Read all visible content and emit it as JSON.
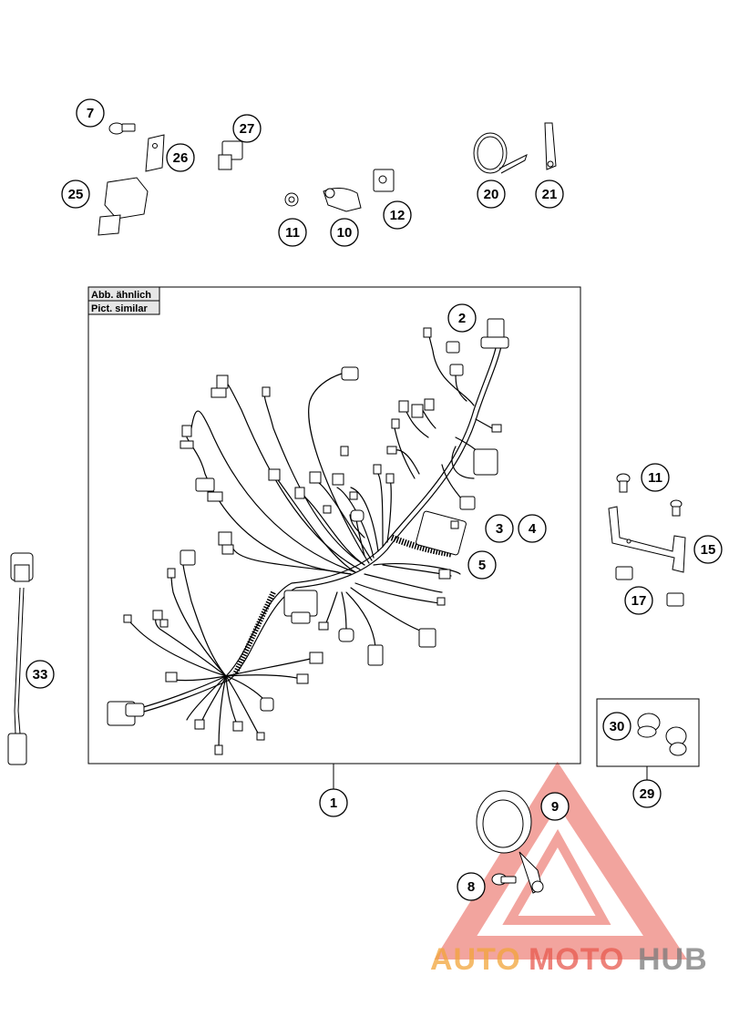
{
  "diagram": {
    "inset_label_de": "Abb. ähnlich",
    "inset_label_en": "Pict. similar",
    "callouts": {
      "c1": "1",
      "c2": "2",
      "c3": "3",
      "c4": "4",
      "c5": "5",
      "c7": "7",
      "c8": "8",
      "c9": "9",
      "c10": "10",
      "c11a": "11",
      "c11b": "11",
      "c12": "12",
      "c15": "15",
      "c17": "17",
      "c20": "20",
      "c21": "21",
      "c25": "25",
      "c26": "26",
      "c27": "27",
      "c29": "29",
      "c30": "30",
      "c33": "33"
    }
  },
  "watermark": {
    "brand_part1": "AUTO",
    "brand_part2": "MOTO",
    "brand_part3": "HUB",
    "colors": {
      "orange": "#f2a53a",
      "red": "#e85a4f",
      "gray": "#7a7a7a"
    }
  }
}
